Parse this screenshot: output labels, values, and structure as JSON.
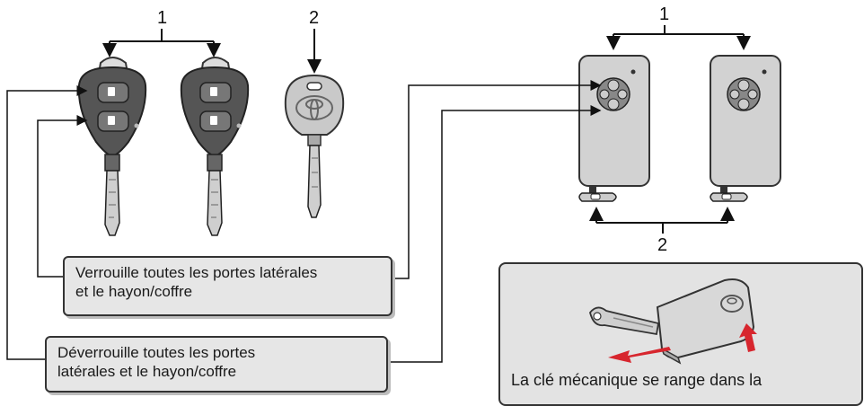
{
  "labels": {
    "left_key_number": "1",
    "mechanical_key_number": "2",
    "right_smart_key_number": "1",
    "right_mech_key_number": "2"
  },
  "callouts": {
    "lock": {
      "line1": "Verrouille toutes les portes latérales",
      "line2": "et le hayon/coffre"
    },
    "unlock": {
      "line1": "Déverrouille toutes les portes",
      "line2": "latérales et le hayon/coffre"
    }
  },
  "info_panel": {
    "text": "La clé mécanique se range dans la"
  },
  "colors": {
    "key_body": "#555555",
    "smart_key_body": "#d2d2d2",
    "arrow_red": "#d7262e",
    "panel_bg": "#e3e3e3",
    "callout_bg": "#e6e6e6"
  }
}
